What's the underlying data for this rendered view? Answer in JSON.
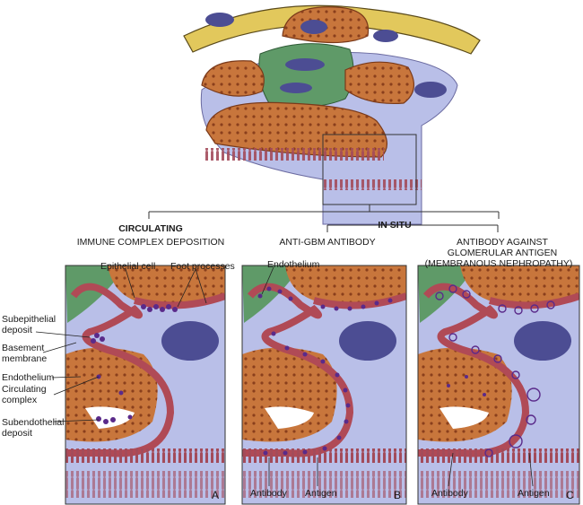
{
  "headers": {
    "circulating_title": "CIRCULATING",
    "circulating_sub": "IMMUNE COMPLEX DEPOSITION",
    "in_situ_title": "IN SITU",
    "anti_gbm": "ANTI-GBM ANTIBODY",
    "antibody_against_1": "ANTIBODY AGAINST",
    "antibody_against_2": "GLOMERULAR ANTIGEN",
    "antibody_against_3": "(MEMBRANOUS NEPHROPATHY)"
  },
  "panel_a": {
    "letter": "A",
    "epithelial_cell": "Epithelial cell",
    "foot_processes": "Foot processes",
    "subepithelial_1": "Subepithelial",
    "subepithelial_2": "deposit",
    "basement_1": "Basement",
    "basement_2": "membrane",
    "endothelium": "Endothelium",
    "circulating_1": "Circulating",
    "circulating_2": "complex",
    "subendothelial_1": "Subendothelial",
    "subendothelial_2": "deposit"
  },
  "panel_b": {
    "letter": "B",
    "endothelium": "Endothelium",
    "antibody": "Antibody",
    "antigen": "Antigen"
  },
  "panel_c": {
    "letter": "C",
    "antibody": "Antibody",
    "antigen": "Antigen"
  },
  "colors": {
    "lavender": "#b9bfe8",
    "orange": "#c8763c",
    "green": "#5f9a68",
    "red_membrane": "#b04a56",
    "dark_nucleus": "#4c4d93",
    "tan": "#e0c860",
    "purple_dots": "#5a2a8a"
  }
}
